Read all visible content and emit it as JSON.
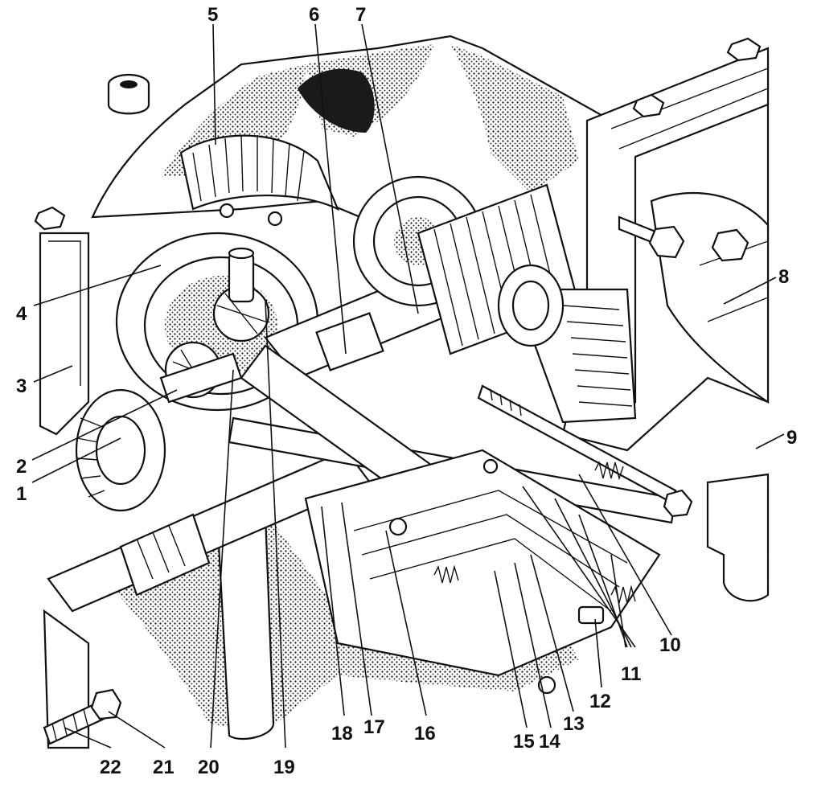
{
  "diagram": {
    "colors": {
      "ink": "#111111",
      "paper": "#ffffff",
      "shade": "#1a1a1a"
    },
    "callouts": [
      {
        "id": "1",
        "text": "1"
      },
      {
        "id": "2",
        "text": "2"
      },
      {
        "id": "3",
        "text": "3"
      },
      {
        "id": "4",
        "text": "4"
      },
      {
        "id": "5",
        "text": "5"
      },
      {
        "id": "6",
        "text": "6"
      },
      {
        "id": "7",
        "text": "7"
      },
      {
        "id": "8",
        "text": "8"
      },
      {
        "id": "9",
        "text": "9"
      },
      {
        "id": "10",
        "text": "10"
      },
      {
        "id": "11",
        "text": "11"
      },
      {
        "id": "12",
        "text": "12"
      },
      {
        "id": "13",
        "text": "13"
      },
      {
        "id": "14",
        "text": "14"
      },
      {
        "id": "15",
        "text": "15"
      },
      {
        "id": "16",
        "text": "16"
      },
      {
        "id": "17",
        "text": "17"
      },
      {
        "id": "18",
        "text": "18"
      },
      {
        "id": "19",
        "text": "19"
      },
      {
        "id": "20",
        "text": "20"
      },
      {
        "id": "21",
        "text": "21"
      },
      {
        "id": "22",
        "text": "22"
      }
    ]
  }
}
